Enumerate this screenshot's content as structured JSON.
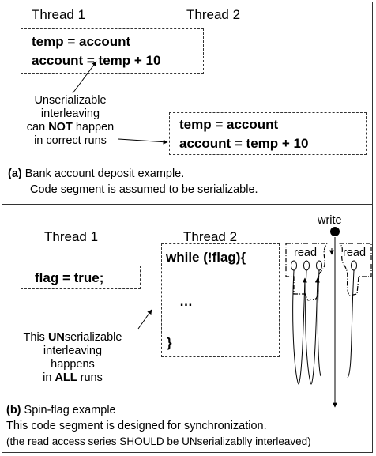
{
  "panel_a": {
    "thread1_label": "Thread 1",
    "thread2_label": "Thread 2",
    "box1_line1": "temp = account",
    "box1_line2": "account = temp + 10",
    "note_line1": "Unserializable",
    "note_line2": "interleaving",
    "note_line3_prefix": "can ",
    "note_line3_bold": "NOT",
    "note_line3_suffix": " happen",
    "note_line4": "in correct runs",
    "box2_line1": "temp = account",
    "box2_line2": "account = temp + 10",
    "caption_tag": "(a)",
    "caption_line1": " Bank account deposit example.",
    "caption_line2": "Code segment is assumed to be serializable."
  },
  "panel_b": {
    "thread1_label": "Thread 1",
    "thread2_label": "Thread 2",
    "flag_code": "flag = true;",
    "loop_line1": "while (!flag){",
    "loop_line2": "…",
    "loop_line3": "}",
    "write_label": "write",
    "read_label_1": "read",
    "read_label_2": "read",
    "note_line1_bold": "UN",
    "note_line1_rest": "serializable",
    "note_line1_prefix": "This ",
    "note_line2": "interleaving",
    "note_line3": "happens",
    "note_line4_prefix": "in ",
    "note_line4_bold": "ALL",
    "note_line4_suffix": " runs",
    "caption_tag": "(b)",
    "caption_line1": " Spin-flag example",
    "caption_line2": "This code segment is designed for synchronization.",
    "caption_line3": "(the read access series SHOULD be UNserializablly interleaved)"
  }
}
